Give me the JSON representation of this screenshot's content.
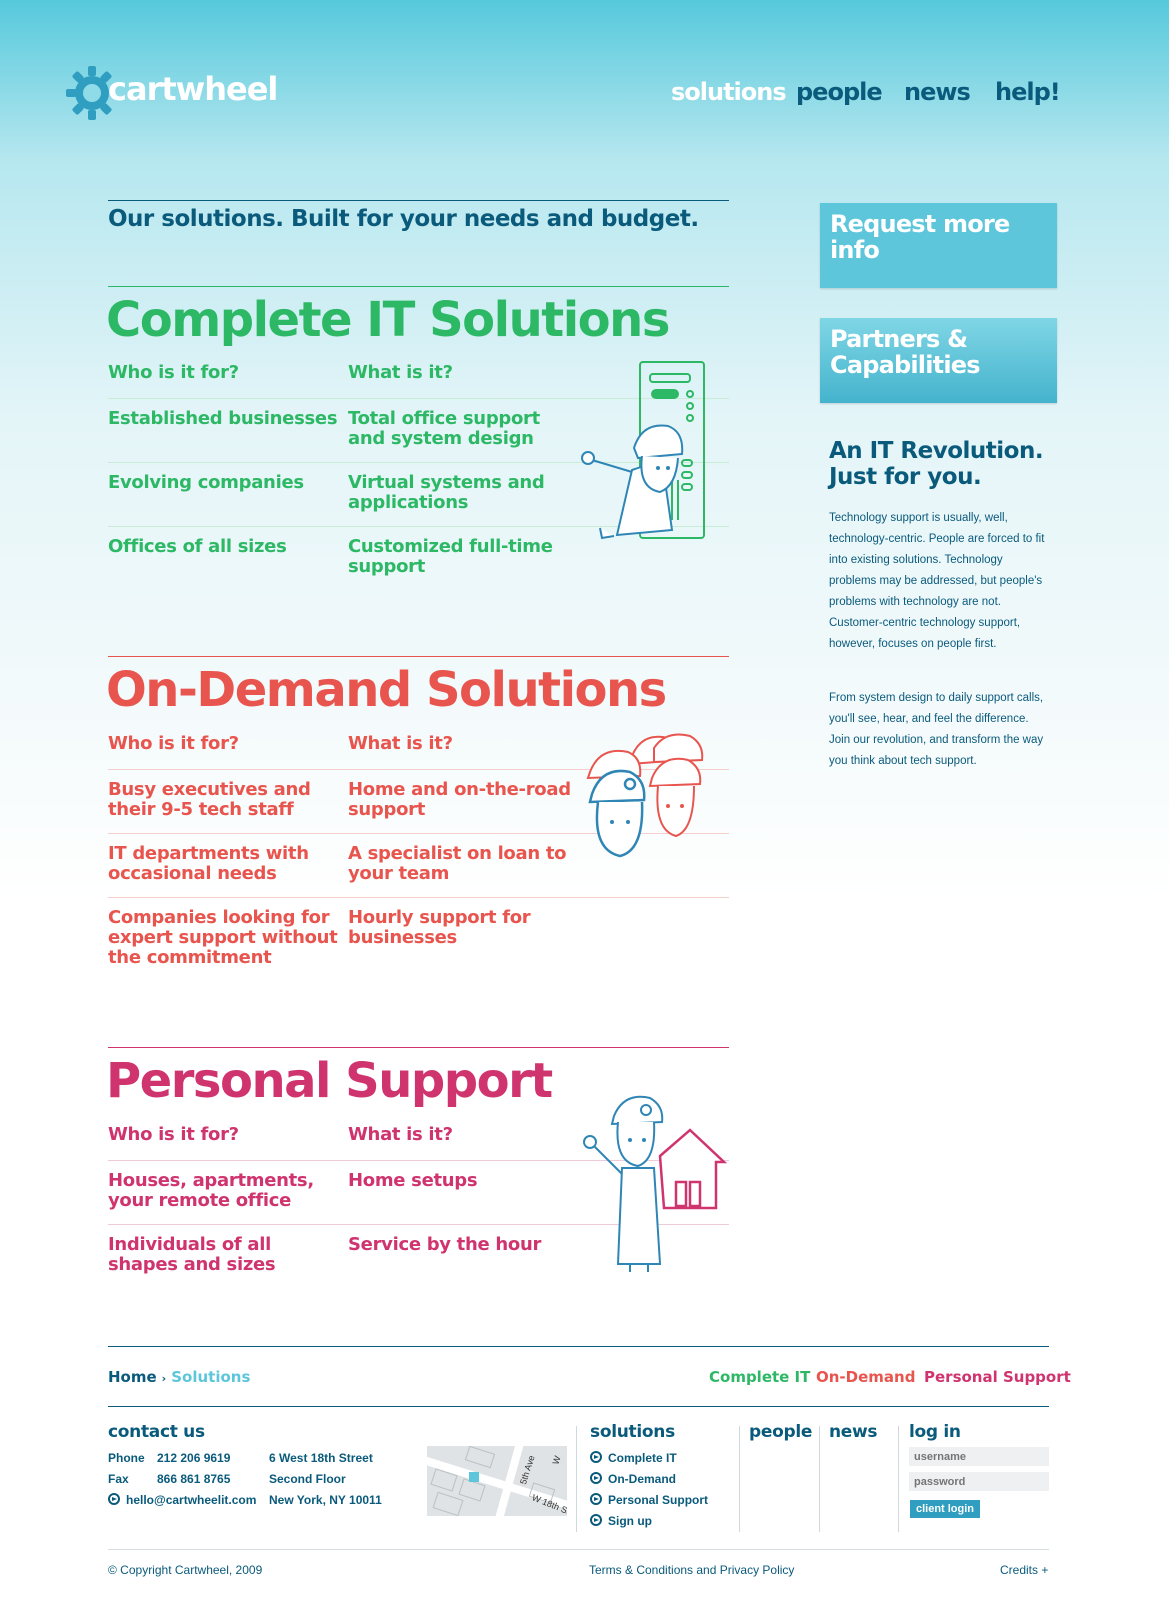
{
  "brand": {
    "name": "cartwheel"
  },
  "nav": [
    {
      "label": "solutions",
      "active": true
    },
    {
      "label": "people"
    },
    {
      "label": "news"
    },
    {
      "label": "help!"
    }
  ],
  "intro": "Our solutions. Built for your needs and budget.",
  "sections": [
    {
      "title": "Complete IT Solutions",
      "col1_head": "Who is it for?",
      "col2_head": "What is it?",
      "rows": [
        [
          "Established businesses",
          "Total office support and system design"
        ],
        [
          "Evolving companies",
          "Virtual systems and applications"
        ],
        [
          "Offices of all sizes",
          "Customized full-time support"
        ]
      ]
    },
    {
      "title": "On-Demand Solutions",
      "col1_head": "Who is it for?",
      "col2_head": "What is it?",
      "rows": [
        [
          "Busy executives and their 9-5 tech staff",
          "Home and on-the-road support"
        ],
        [
          "IT departments with occasional needs",
          "A specialist on loan to your team"
        ],
        [
          "Companies looking for expert support without the commitment",
          "Hourly support for businesses"
        ]
      ]
    },
    {
      "title": "Personal Support",
      "col1_head": "Who is it for?",
      "col2_head": "What is it?",
      "rows": [
        [
          "Houses, apartments, your remote office",
          "Home setups"
        ],
        [
          "Individuals of all shapes and sizes",
          "Service by the hour"
        ]
      ]
    }
  ],
  "sidebar": {
    "request_button": "Request more info",
    "partners_button": "Partners & Capabilities",
    "title": "An IT Revolution. Just for you.",
    "p1": "Technology support is usually, well, technology-centric. People are forced to fit into existing solutions. Technology problems may be addressed, but people's problems with technology are not. Customer-centric technology support, however, focuses on people first.",
    "p2": "From system design to daily support calls, you'll see, hear, and feel the difference. Join our revolution, and transform the way you think about tech support."
  },
  "breadcrumb": {
    "home": "Home",
    "current": "Solutions"
  },
  "footer_links": [
    "Complete IT",
    "On-Demand",
    "Personal Support"
  ],
  "contact": {
    "heading": "contact us",
    "phone_label": "Phone",
    "phone": "212 206 9619",
    "fax_label": "Fax",
    "fax": "866 861 8765",
    "email": "hello@cartwheelit.com",
    "address1": "6 West 18th Street",
    "address2": "Second Floor",
    "address3": "New York, NY 10011"
  },
  "map": {
    "street1": "5th Ave",
    "street2": "W 18th St",
    "corner": "W"
  },
  "footer_solutions": {
    "heading": "solutions",
    "items": [
      "Complete IT",
      "On-Demand",
      "Personal Support",
      "Sign up"
    ]
  },
  "footer_people": "people",
  "footer_news": "news",
  "login": {
    "heading": "log in",
    "username_placeholder": "username",
    "password_placeholder": "password",
    "button": "client login"
  },
  "legal": {
    "copyright": "© Copyright Cartwheel, 2009",
    "terms": "Terms & Conditions and Privacy Policy",
    "credits": "Credits +"
  },
  "colors": {
    "navy": "#0a5a7c",
    "cyan": "#5dc6db",
    "green": "#2db866",
    "red": "#e8554e",
    "pink": "#cf346f"
  }
}
